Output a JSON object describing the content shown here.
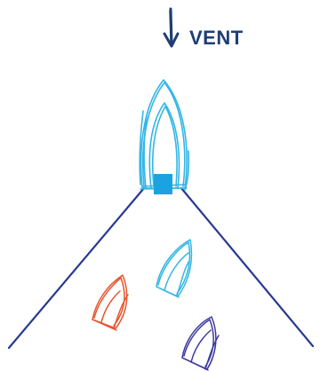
{
  "wind": {
    "label": "VENT",
    "arrow_icon": "arrow-down-icon",
    "color": "#1f3e73"
  },
  "colors": {
    "layline": "#283a8f",
    "lead_boat": "#33b6e6",
    "committee_mark": "#1aa3e0",
    "boat_cyan": "#33b6e6",
    "boat_red": "#e8542c",
    "boat_navy": "#3d3a9e"
  },
  "boats": [
    {
      "name": "lead-boat",
      "color_key": "lead_boat"
    },
    {
      "name": "cyan-boat",
      "color_key": "boat_cyan"
    },
    {
      "name": "red-boat",
      "color_key": "boat_red"
    },
    {
      "name": "navy-boat",
      "color_key": "boat_navy"
    }
  ]
}
